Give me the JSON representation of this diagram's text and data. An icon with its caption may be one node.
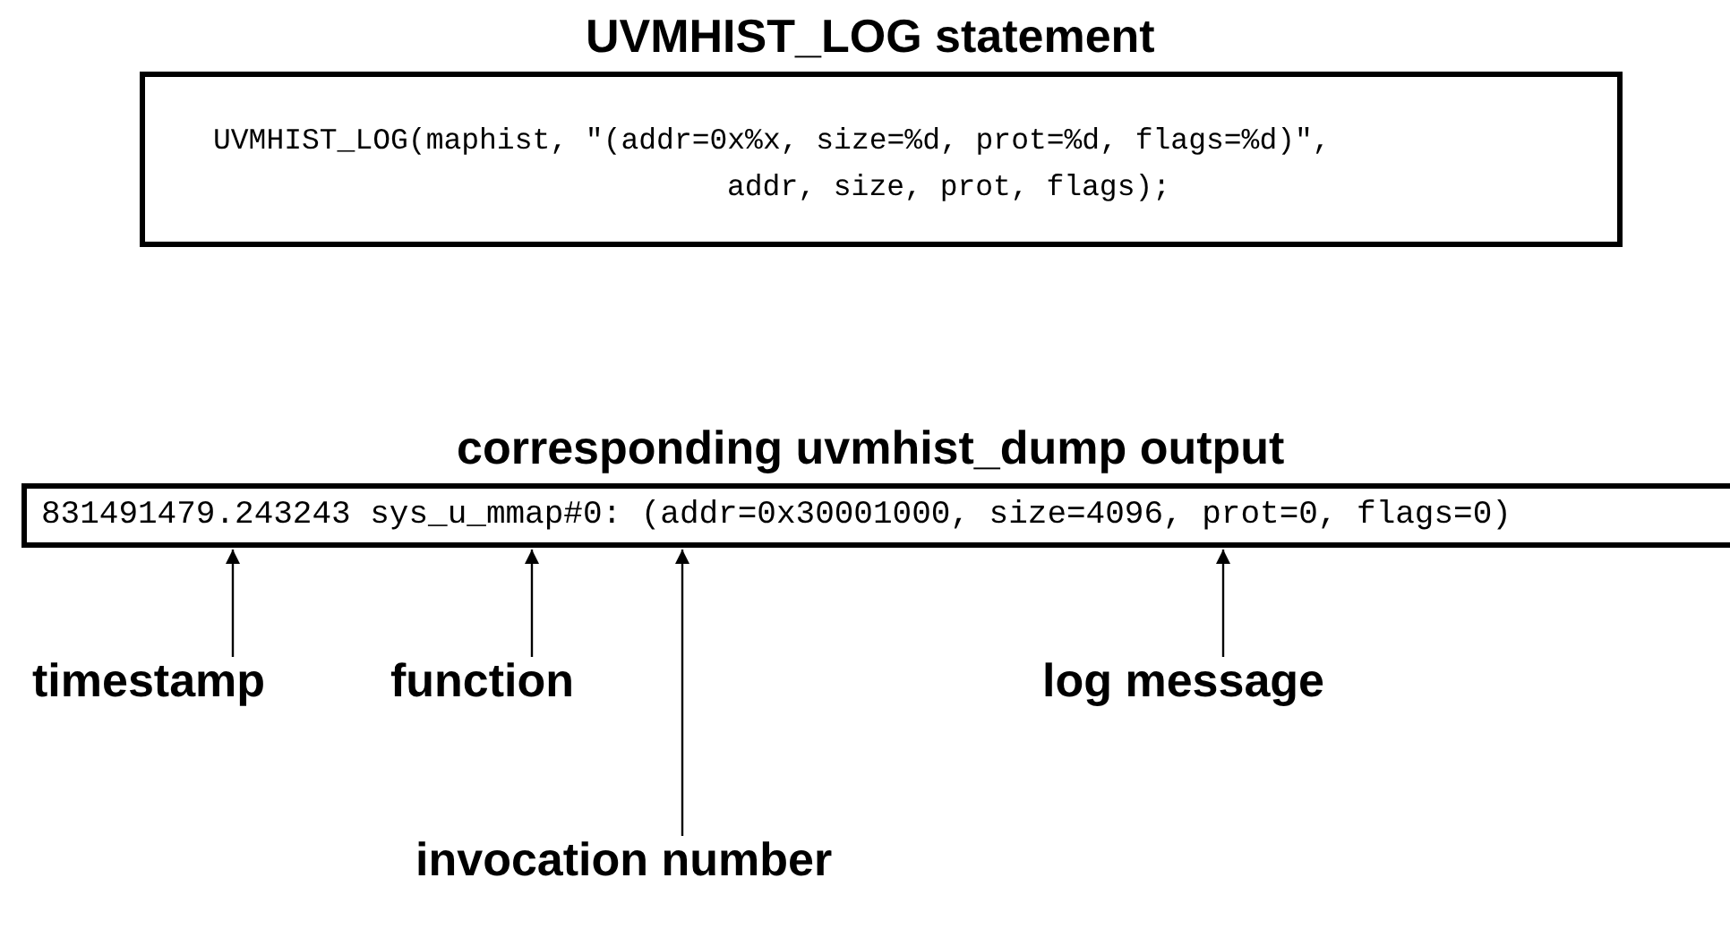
{
  "diagram": {
    "nodes": [
      {
        "text": [
          "UVMHIST_LOG statement",
          "UVMHIST_LOG(maphist, \"(addr=0x%x, size=%d, prot=%d, flags=%d)\",",
          "addr, size, prot, flags);"
        ]
      },
      {
        "text": [
          "corresponding uvmhist_dump output",
          "831491479.243243 sys_u_mmap#0: (addr=0x30001000, size=4096, prot=0, flags=0)"
        ]
      },
      {
        "text": [
          "timestamp"
        ]
      },
      {
        "text": [
          "function"
        ]
      },
      {
        "text": [
          "invocation number"
        ]
      },
      {
        "text": [
          "log message"
        ]
      }
    ],
    "edges": [
      {
        "from": 2,
        "to": 1,
        "arrow": "to"
      },
      {
        "from": 3,
        "to": 1,
        "arrow": "to"
      },
      {
        "from": 4,
        "to": 1,
        "arrow": "to"
      },
      {
        "from": 5,
        "to": 1,
        "arrow": "to"
      }
    ]
  }
}
